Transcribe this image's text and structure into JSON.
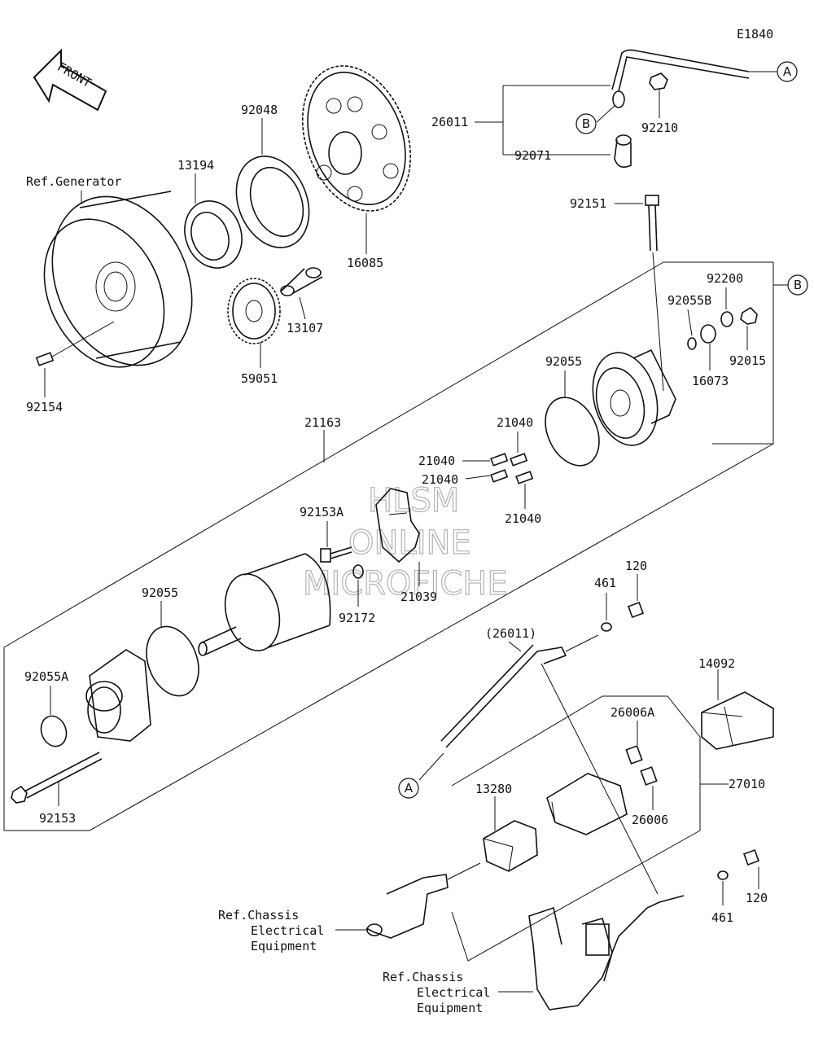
{
  "diagram_code": "E1840",
  "front_label": "FRONT",
  "watermark": [
    "HLSM",
    "ONLINE",
    "MICROFICHE"
  ],
  "references": {
    "generator": "Ref.Generator",
    "chassis_1": [
      "Ref.Chassis",
      "Electrical",
      "Equipment"
    ],
    "chassis_2": [
      "Ref.Chassis",
      "Electrical",
      "Equipment"
    ]
  },
  "connectors": {
    "a_top": "A",
    "a_bottom": "A",
    "b_top": "B",
    "b_right": "B"
  },
  "parts": {
    "p92048": "92048",
    "p13194": "13194",
    "p16085": "16085",
    "p13107": "13107",
    "p59051": "59051",
    "p92154": "92154",
    "p26011": "26011",
    "p92071": "92071",
    "p92210": "92210",
    "p92151": "92151",
    "p92200": "92200",
    "p92055B": "92055B",
    "p92015": "92015",
    "p16073": "16073",
    "p92055_top": "92055",
    "p21163": "21163",
    "p21040_a": "21040",
    "p21040_b": "21040",
    "p21040_c": "21040",
    "p21040_d": "21040",
    "p92153A": "92153A",
    "p92172": "92172",
    "p21039": "21039",
    "p92055_mid": "92055",
    "p92055A": "92055A",
    "p92153": "92153",
    "p461_top": "461",
    "p120_top": "120",
    "p26011_paren": "(26011)",
    "p14092": "14092",
    "p26006A": "26006A",
    "p27010": "27010",
    "p26006": "26006",
    "p13280": "13280",
    "p461_bottom": "461",
    "p120_bottom": "120"
  }
}
